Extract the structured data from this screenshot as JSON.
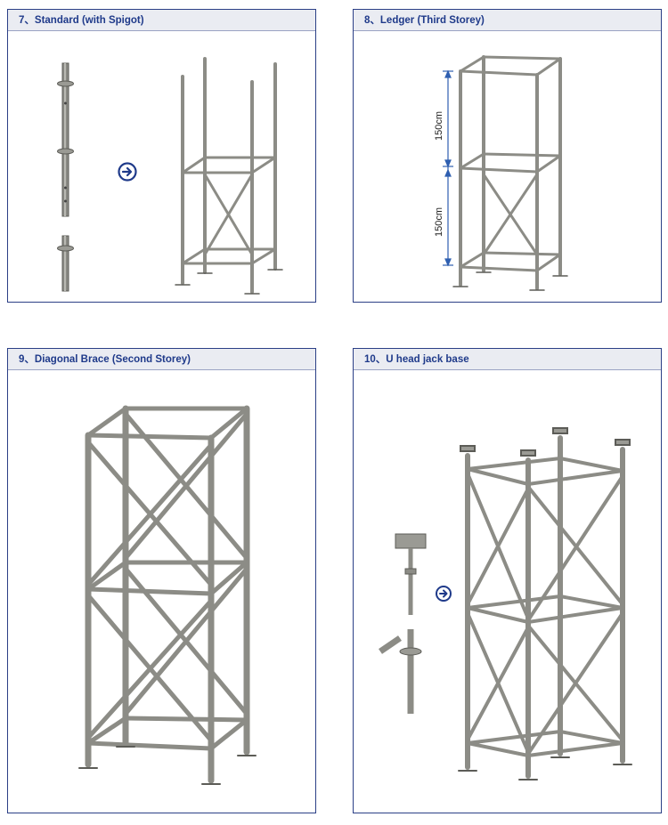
{
  "panels": [
    {
      "number": "7",
      "title": "Standard (with Spigot)",
      "arrow_icon": "circle-arrow-right-icon"
    },
    {
      "number": "8",
      "title": "Ledger (Third Storey)",
      "dimension_top": "150cm",
      "dimension_bottom": "150cm"
    },
    {
      "number": "9",
      "title": "Diagonal Brace (Second Storey)"
    },
    {
      "number": "10",
      "title": "U head jack base",
      "arrow_icon": "circle-arrow-right-icon"
    }
  ],
  "colors": {
    "border": "#2b3f86",
    "header_text": "#1f3a8a",
    "header_bg": "#eaecf2",
    "arrow": "#1f3a8a",
    "dimension": "#2f5fb0",
    "steel": "#8c8c86"
  },
  "separator": "、"
}
